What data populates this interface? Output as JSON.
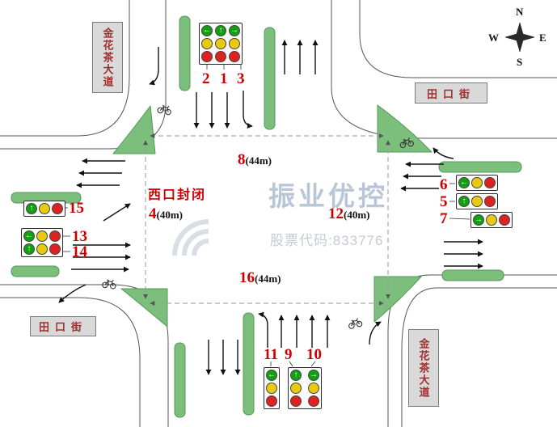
{
  "compass": {
    "n": "N",
    "w": "W",
    "e": "E",
    "s": "S"
  },
  "road_labels": {
    "top_left": "金花茶大道",
    "right": "田口街",
    "bottom_left": "田口街",
    "bottom_right": "金花茶大道"
  },
  "notes": {
    "west_closed": "西口封闭"
  },
  "dimensions": {
    "north": {
      "id": "8",
      "len": "(44m)"
    },
    "west": {
      "id": "4",
      "len": "(40m)"
    },
    "east": {
      "id": "12",
      "len": "(40m)"
    },
    "south": {
      "id": "16",
      "len": "(44m)"
    }
  },
  "watermark": {
    "brand": "振业优控",
    "stock": "股票代码:833776"
  },
  "colors": {
    "island_green": "#7cbf7c",
    "number_red": "#cc0000",
    "watermark_blue": "#b8c6d6",
    "plate_gray": "#d9d9d9"
  },
  "signals": {
    "north": {
      "cols": [
        {
          "id": "2",
          "lamps": [
            {
              "c": "g",
              "a": "←"
            },
            {
              "c": "y"
            },
            {
              "c": "r"
            }
          ]
        },
        {
          "id": "1",
          "lamps": [
            {
              "c": "g",
              "a": "↑"
            },
            {
              "c": "y"
            },
            {
              "c": "r"
            }
          ]
        },
        {
          "id": "3",
          "lamps": [
            {
              "c": "g",
              "a": "→"
            },
            {
              "c": "y"
            },
            {
              "c": "r"
            }
          ]
        }
      ]
    },
    "east": {
      "heads": [
        {
          "id": "6",
          "lamps": [
            {
              "c": "g",
              "a": "←"
            },
            {
              "c": "y"
            },
            {
              "c": "r"
            }
          ]
        },
        {
          "id": "5",
          "lamps": [
            {
              "c": "g",
              "a": "↑"
            },
            {
              "c": "y"
            },
            {
              "c": "r"
            }
          ]
        },
        {
          "id": "7",
          "lamps": [
            {
              "c": "g",
              "a": "→"
            },
            {
              "c": "y"
            },
            {
              "c": "r"
            }
          ]
        }
      ]
    },
    "west": {
      "head15": {
        "id": "15",
        "lamps": [
          {
            "c": "g",
            "a": "↑"
          },
          {
            "c": "y"
          },
          {
            "c": "r"
          }
        ]
      },
      "rows": [
        {
          "id": "13",
          "lamps": [
            {
              "c": "g",
              "a": "←"
            },
            {
              "c": "y"
            },
            {
              "c": "r"
            }
          ]
        },
        {
          "id": "14",
          "lamps": [
            {
              "c": "g",
              "a": "↑"
            },
            {
              "c": "y"
            },
            {
              "c": "r"
            }
          ]
        }
      ]
    },
    "south": {
      "head11": {
        "id": "11",
        "lamps": [
          {
            "c": "g",
            "a": "←"
          },
          {
            "c": "y"
          },
          {
            "c": "r"
          }
        ]
      },
      "cols": [
        {
          "id": "9",
          "lamps": [
            {
              "c": "g",
              "a": "↑"
            },
            {
              "c": "y"
            },
            {
              "c": "r"
            }
          ]
        },
        {
          "id": "10",
          "lamps": [
            {
              "c": "g",
              "a": "→"
            },
            {
              "c": "y"
            },
            {
              "c": "r"
            }
          ]
        }
      ]
    }
  }
}
